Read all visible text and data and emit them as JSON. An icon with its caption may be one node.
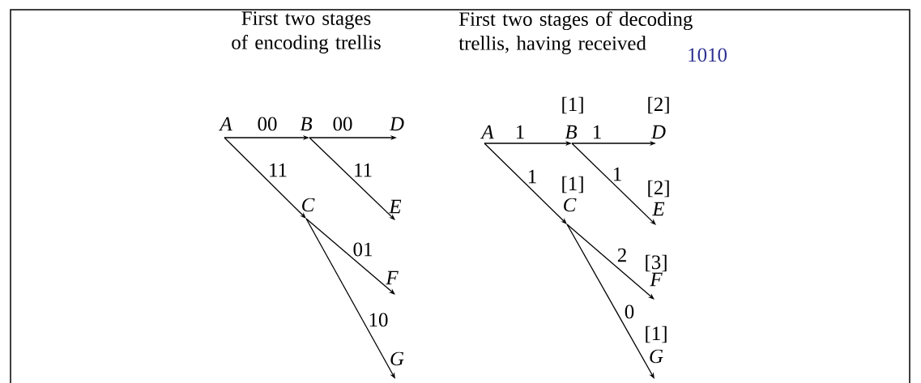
{
  "diagram": {
    "nodes": [
      {
        "text": [
          "A"
        ]
      },
      {
        "text": [
          "B"
        ]
      },
      {
        "text": [
          "D"
        ]
      },
      {
        "text": [
          "C"
        ]
      },
      {
        "text": [
          "E"
        ]
      },
      {
        "text": [
          "F"
        ]
      },
      {
        "text": [
          "G"
        ]
      },
      {
        "text": [
          "A"
        ]
      },
      {
        "text": [
          "B"
        ],
        "beside": [
          "[1]"
        ]
      },
      {
        "text": [
          "D"
        ],
        "beside": [
          "[2]"
        ]
      },
      {
        "text": [
          "C"
        ],
        "beside": [
          "[1]"
        ]
      },
      {
        "text": [
          "E"
        ],
        "beside": [
          "[2]"
        ]
      },
      {
        "text": [
          "F"
        ],
        "beside": [
          "[3]"
        ]
      },
      {
        "text": [
          "G"
        ],
        "beside": [
          "[1]"
        ]
      }
    ],
    "edges": [
      {
        "from": 0,
        "to": 1,
        "arrow": "to",
        "label": "00"
      },
      {
        "from": 1,
        "to": 2,
        "arrow": "to",
        "label": "00"
      },
      {
        "from": 0,
        "to": 3,
        "arrow": "to",
        "label": "11"
      },
      {
        "from": 1,
        "to": 4,
        "arrow": "to",
        "label": "11"
      },
      {
        "from": 3,
        "to": 5,
        "arrow": "to",
        "label": "01"
      },
      {
        "from": 3,
        "to": 6,
        "arrow": "to",
        "label": "10"
      },
      {
        "from": 7,
        "to": 8,
        "arrow": "to",
        "label": "1"
      },
      {
        "from": 8,
        "to": 9,
        "arrow": "to",
        "label": "1"
      },
      {
        "from": 7,
        "to": 10,
        "arrow": "to",
        "label": "1"
      },
      {
        "from": 8,
        "to": 11,
        "arrow": "to",
        "label": "1"
      },
      {
        "from": 10,
        "to": 12,
        "arrow": "to",
        "label": "2"
      },
      {
        "from": 10,
        "to": 13,
        "arrow": "to",
        "label": "0"
      }
    ],
    "labels": [
      "First two stages of encoding trellis",
      "First two stages of decoding trellis, having received",
      "1010"
    ]
  }
}
